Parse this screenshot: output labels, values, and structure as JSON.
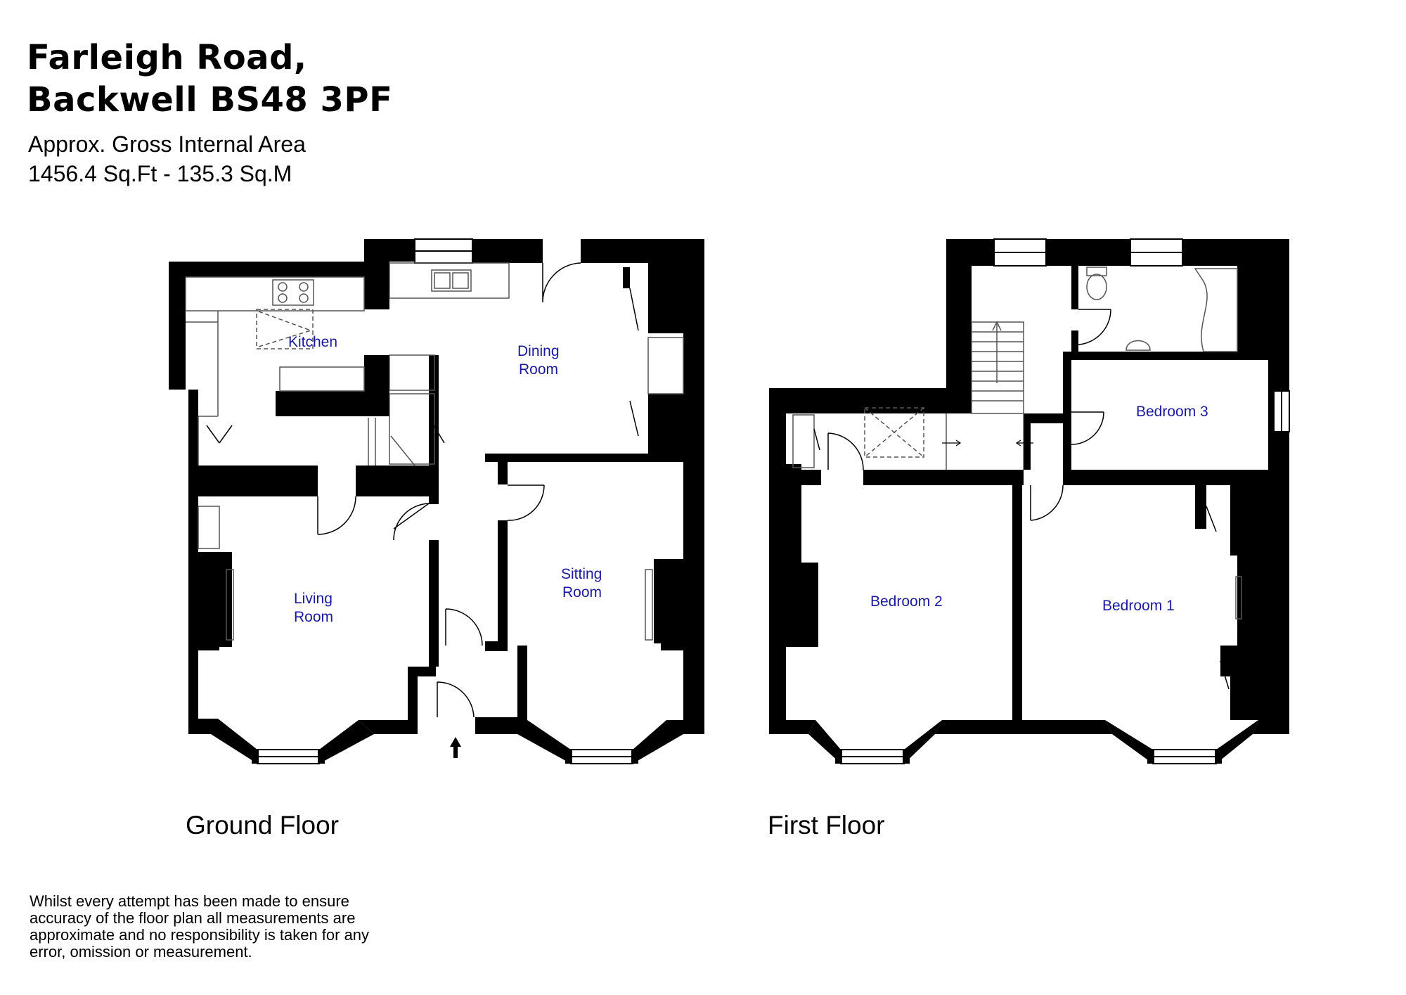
{
  "header": {
    "title_line1": "Farleigh Road,",
    "title_line2": "Backwell BS48 3PF",
    "area_line1": "Approx. Gross Internal Area",
    "area_line2": "1456.4 Sq.Ft - 135.3 Sq.M"
  },
  "ground_floor": {
    "label": "Ground Floor",
    "rooms": {
      "kitchen": "Kitchen",
      "dining_line1": "Dining",
      "dining_line2": "Room",
      "living_line1": "Living",
      "living_line2": "Room",
      "sitting_line1": "Sitting",
      "sitting_line2": "Room"
    }
  },
  "first_floor": {
    "label": "First Floor",
    "rooms": {
      "bedroom1": "Bedroom 1",
      "bedroom2": "Bedroom 2",
      "bedroom3": "Bedroom 3"
    }
  },
  "disclaimer": "Whilst every attempt has been made to ensure accuracy of the floor plan all measurements are approximate and no responsibility is taken for any error, omission or measurement.",
  "colors": {
    "wall": "#000000",
    "room_label": "#1a1a9c",
    "fixture": "#555555"
  }
}
